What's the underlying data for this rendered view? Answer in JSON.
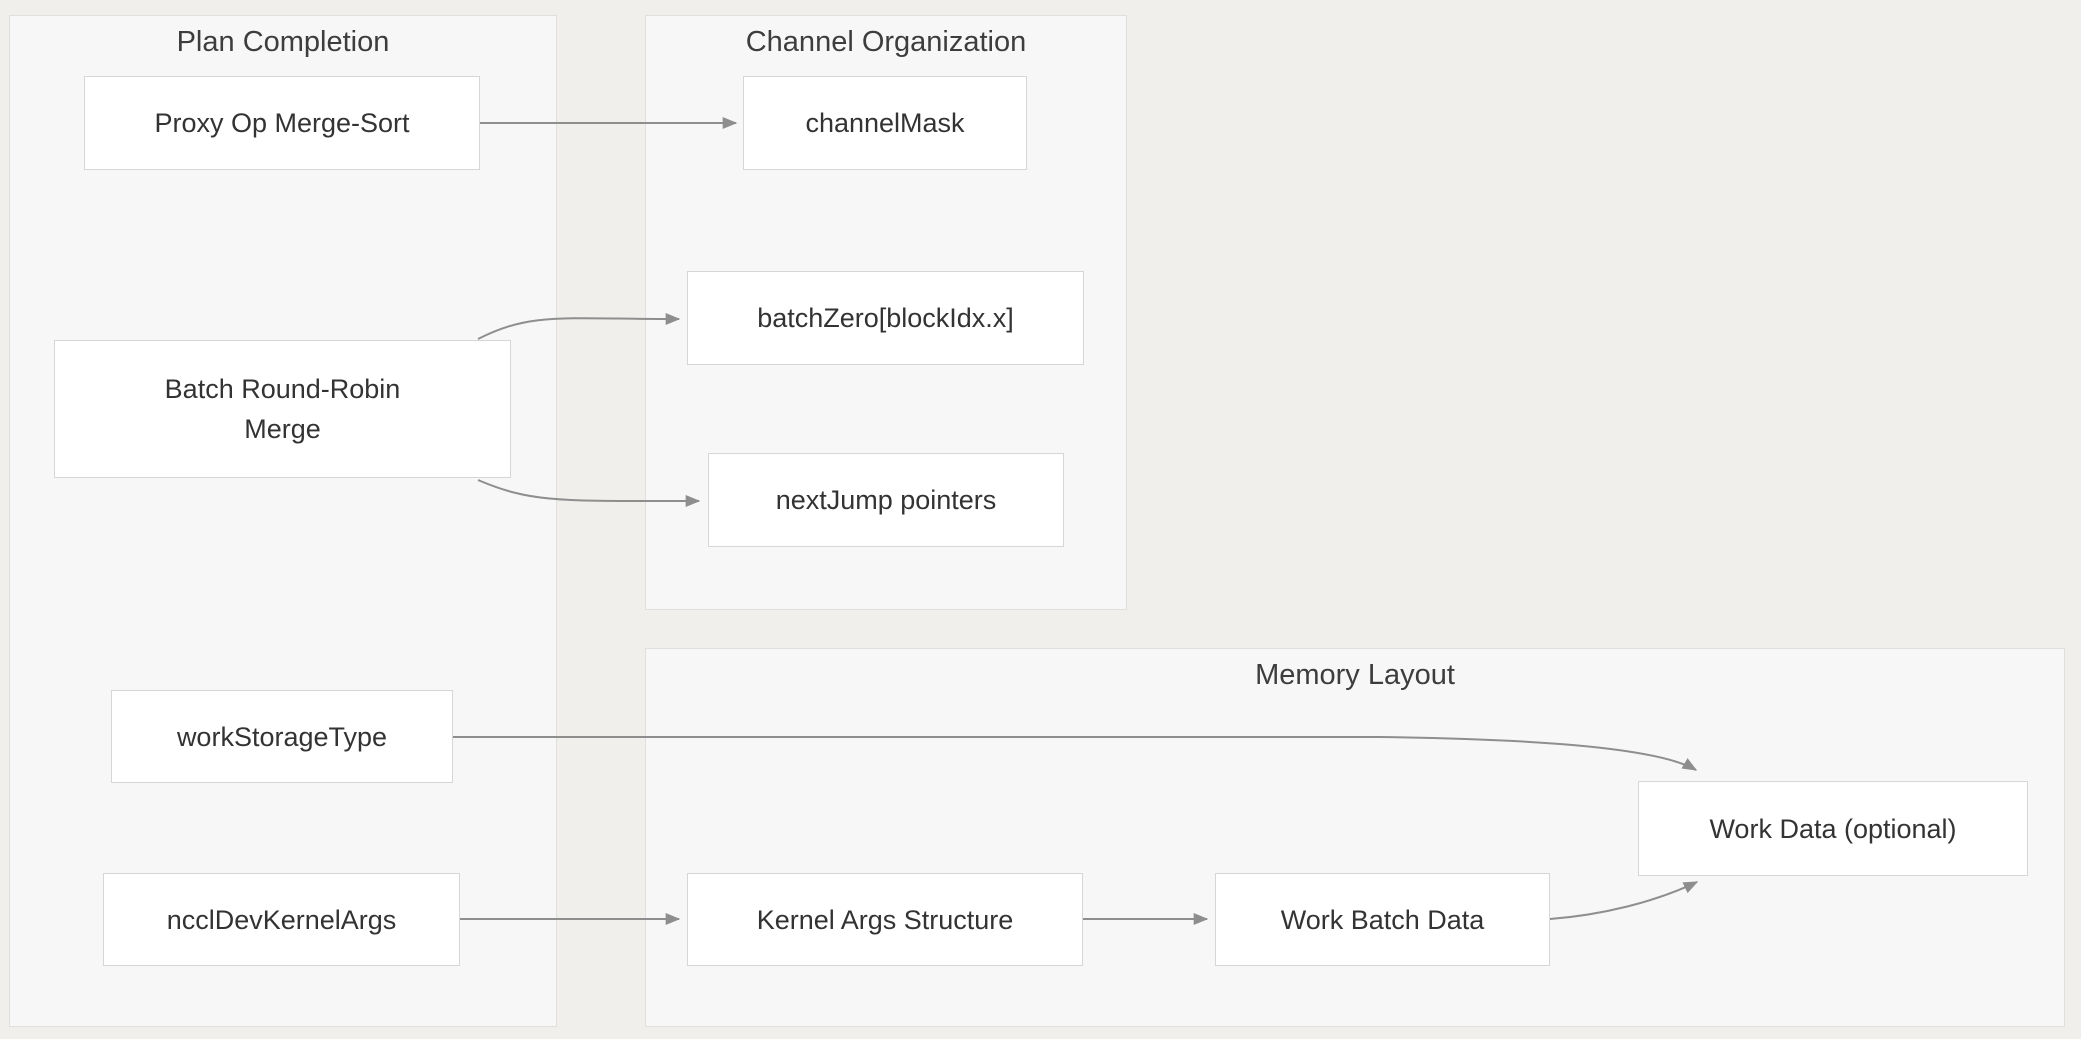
{
  "diagram": {
    "type": "flowchart",
    "colors": {
      "background": "#f0efec",
      "group_fill": "#f7f7f7",
      "group_border": "#e0dfdd",
      "node_fill": "#ffffff",
      "node_border": "#d7d6d4",
      "edge": "#8e8e8e",
      "text": "#333333"
    },
    "groups": {
      "plan": {
        "title": "Plan Completion"
      },
      "channel": {
        "title": "Channel Organization"
      },
      "memory": {
        "title": "Memory Layout"
      }
    },
    "nodes": {
      "proxy_op": {
        "label": "Proxy Op Merge-Sort",
        "group": "Plan Completion"
      },
      "batch_rr": {
        "label": "Batch Round-Robin\nMerge",
        "group": "Plan Completion"
      },
      "work_storage": {
        "label": "workStorageType",
        "group": "Plan Completion"
      },
      "nccl_args": {
        "label": "ncclDevKernelArgs",
        "group": "Plan Completion"
      },
      "channel_mask": {
        "label": "channelMask",
        "group": "Channel Organization"
      },
      "batch_zero": {
        "label": "batchZero[blockIdx.x]",
        "group": "Channel Organization"
      },
      "next_jump": {
        "label": "nextJump pointers",
        "group": "Channel Organization"
      },
      "kernel_args": {
        "label": "Kernel Args Structure",
        "group": "Memory Layout"
      },
      "work_batch": {
        "label": "Work Batch Data",
        "group": "Memory Layout"
      },
      "work_data": {
        "label": "Work Data (optional)",
        "group": "Memory Layout"
      }
    },
    "edges": [
      {
        "from": "Proxy Op Merge-Sort",
        "to": "channelMask"
      },
      {
        "from": "Batch Round-Robin Merge",
        "to": "batchZero[blockIdx.x]"
      },
      {
        "from": "Batch Round-Robin Merge",
        "to": "nextJump pointers"
      },
      {
        "from": "workStorageType",
        "to": "Work Data (optional)"
      },
      {
        "from": "ncclDevKernelArgs",
        "to": "Kernel Args Structure"
      },
      {
        "from": "Kernel Args Structure",
        "to": "Work Batch Data"
      },
      {
        "from": "Work Batch Data",
        "to": "Work Data (optional)"
      }
    ]
  }
}
